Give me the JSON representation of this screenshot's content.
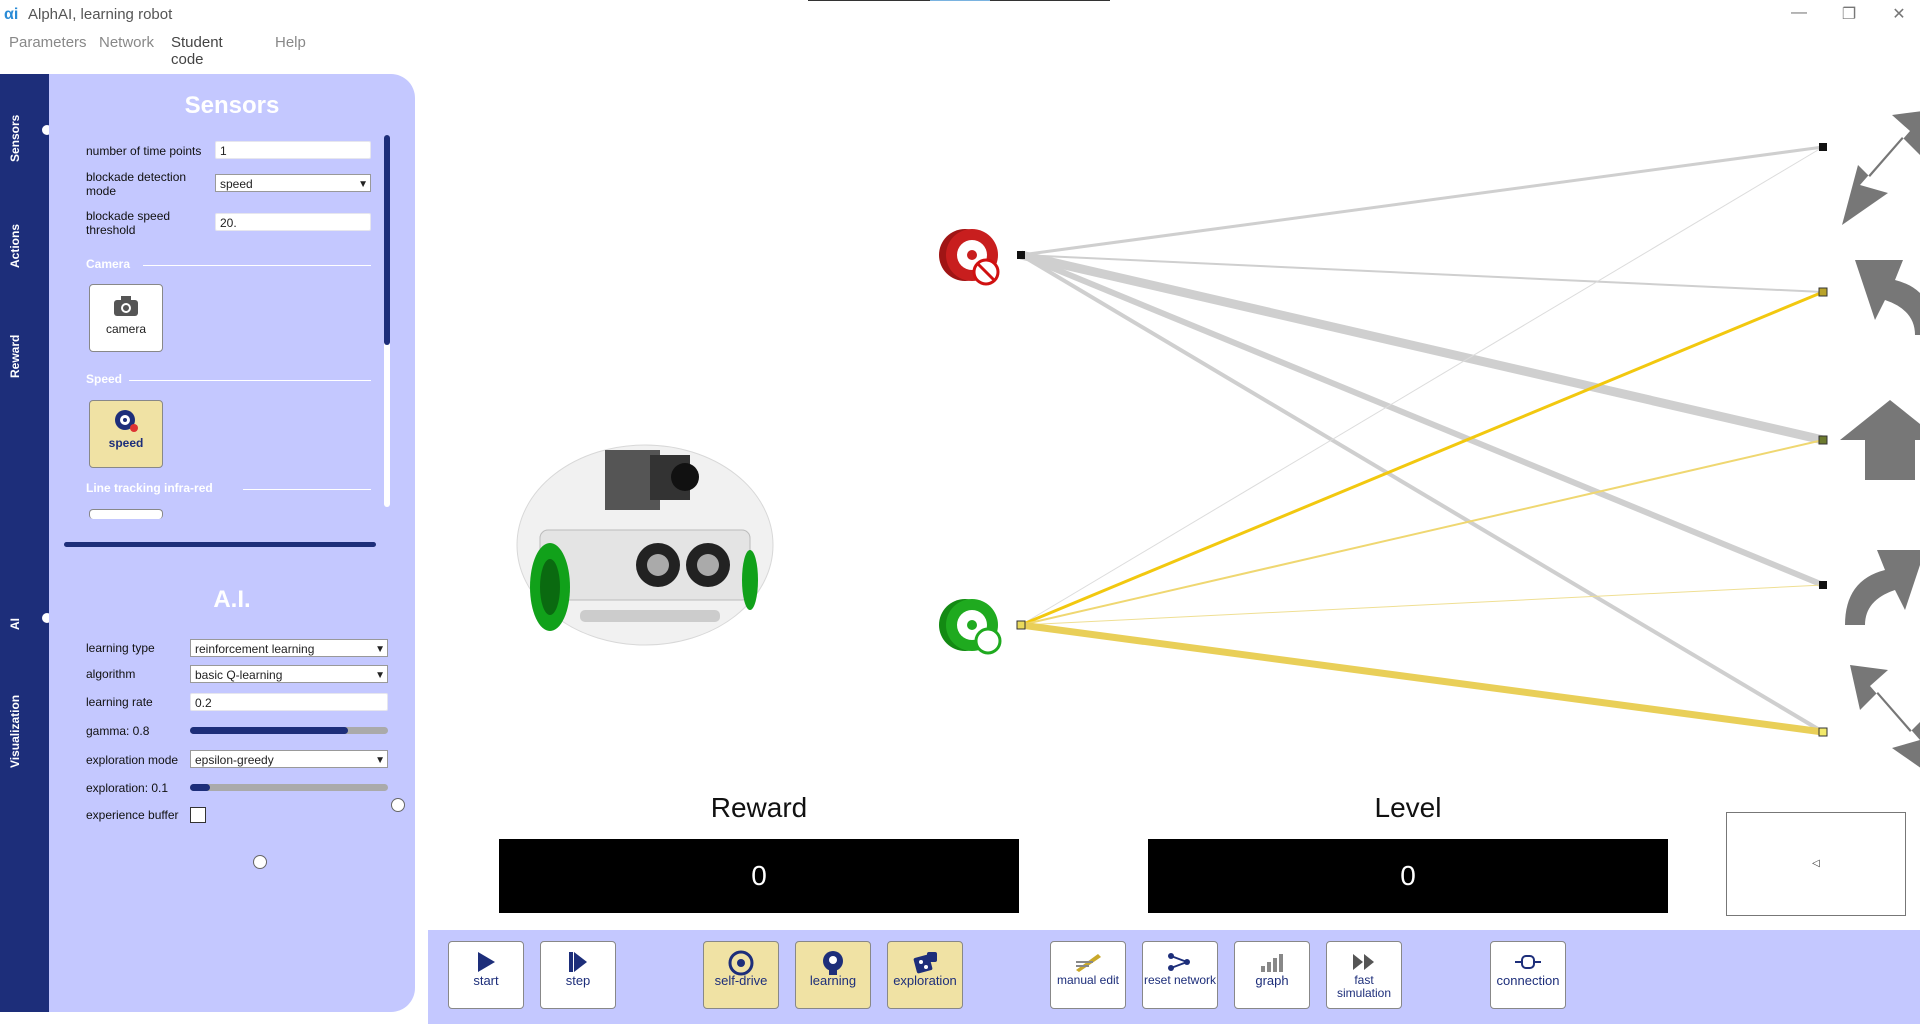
{
  "window": {
    "logo": "αi",
    "title": "AlphAI, learning robot"
  },
  "menu": [
    "Parameters",
    "Network",
    "Student code",
    "Help"
  ],
  "tabs": [
    "Sensors",
    "Actions",
    "Reward",
    "AI",
    "Visualization"
  ],
  "sensors": {
    "title": "Sensors",
    "time_points_label": "number of time points",
    "time_points_value": "1",
    "blockade_mode_label": "blockade detection mode",
    "blockade_mode_value": "speed",
    "blockade_threshold_label": "blockade speed threshold",
    "blockade_threshold_value": "20.",
    "camera_heading": "Camera",
    "camera_label": "camera",
    "speed_heading": "Speed",
    "speed_label": "speed",
    "line_heading": "Line tracking infra-red"
  },
  "ai": {
    "title": "A.I.",
    "learning_type_label": "learning type",
    "learning_type_value": "reinforcement learning",
    "algorithm_label": "algorithm",
    "algorithm_value": "basic Q-learning",
    "learning_rate_label": "learning rate",
    "learning_rate_value": "0.2",
    "gamma_label": "gamma: 0.8",
    "gamma_value": 0.8,
    "exploration_mode_label": "exploration mode",
    "exploration_mode_value": "epsilon-greedy",
    "exploration_label": "exploration: 0.1",
    "exploration_value": 0.1,
    "experience_buffer_label": "experience buffer",
    "experience_buffer_checked": false
  },
  "network": {
    "inputs": [
      "wheel-blocked",
      "wheel-free"
    ],
    "outputs": [
      "turn-back-left",
      "turn-left",
      "forward",
      "turn-right",
      "turn-back-right"
    ],
    "positive_color": "#f2c80f",
    "neutral_color": "#cccccc"
  },
  "scores": {
    "reward_label": "Reward",
    "reward_value": "0",
    "level_label": "Level",
    "level_value": "0"
  },
  "toolbar": {
    "start": "start",
    "step": "step",
    "self_drive": "self-drive",
    "learning": "learning",
    "exploration": "exploration",
    "manual_edit": "manual edit",
    "reset_network": "reset network",
    "graph": "graph",
    "fast_simulation": "fast simulation",
    "connection": "connection"
  },
  "colors": {
    "accent": "#1d2e7a",
    "panel": "#c4c8ff",
    "active": "#f0e2a4"
  }
}
